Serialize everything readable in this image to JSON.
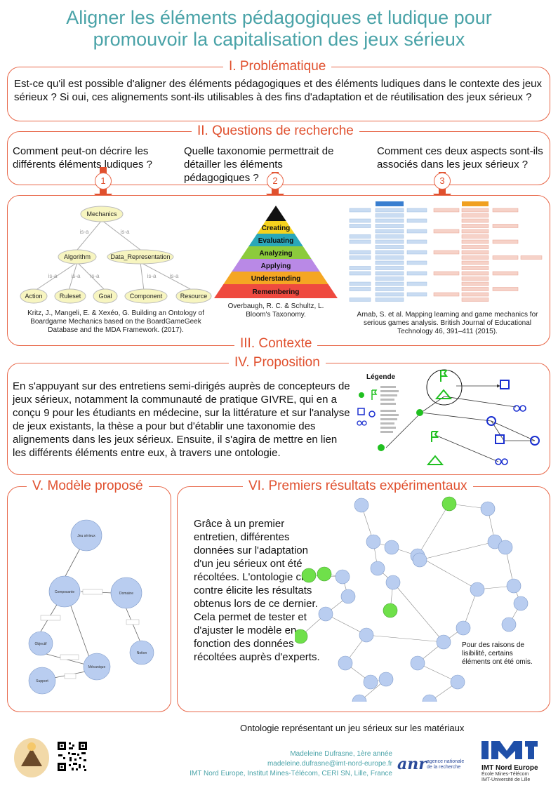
{
  "title": {
    "line1": "Aligner les éléments pédagogiques et ludique pour",
    "line2": "promouvoir la capitalisation des jeux sérieux"
  },
  "problem": {
    "heading": "I. Problématique",
    "text": "Est-ce qu'il est possible d'aligner des éléments pédagogiques et des éléments ludiques dans le contexte des jeux sérieux ? Si oui, ces alignements sont-ils utilisables à des fins d'adaptation et de réutilisation des jeux sérieux ?"
  },
  "questions": {
    "heading": "II. Questions de recherche",
    "items": [
      {
        "number": "1",
        "text": "Comment peut-on décrire les différents éléments ludiques ?"
      },
      {
        "number": "2",
        "text": "Quelle taxonomie permettrait de détailler les éléments pédagogiques ?"
      },
      {
        "number": "3",
        "text": "Comment ces deux aspects sont-ils associés dans les jeux sérieux ?"
      }
    ]
  },
  "figures": {
    "ontology": {
      "nodes": {
        "mechanics": "Mechanics",
        "algorithm": "Algorithm",
        "data_rep": "Data_Representation",
        "action": "Action",
        "ruleset": "Ruleset",
        "goal": "Goal",
        "component": "Component",
        "resource": "Resource"
      },
      "edge_label": "is-a",
      "caption": "Kritz, J., Mangeli, E. & Xexéo, G. Building an Ontology of Boardgame Mechanics based on the BoardGameGeek Database and the MDA Framework. (2017)."
    },
    "bloom": {
      "levels": [
        "Creating",
        "Evaluating",
        "Analyzing",
        "Applying",
        "Understanding",
        "Remembering"
      ],
      "colors": [
        "#f6d21e",
        "#2aa7b9",
        "#8ccb3c",
        "#b989e6",
        "#f5a623",
        "#ef4a3f"
      ],
      "caption": "Overbaugh, R. C. & Schultz, L. Bloom's Taxonomy."
    },
    "arnab": {
      "caption": "Arnab, S. et al. Mapping learning and game mechanics for serious games analysis. British Journal of Educational Technology 46, 391–411 (2015)."
    }
  },
  "context": {
    "heading": "III. Contexte"
  },
  "proposal": {
    "heading": "IV. Proposition",
    "text": "En s'appuyant sur des entretiens semi-dirigés auprès de concepteurs de jeux sérieux, notamment la communauté de pratique GIVRE, qui en a conçu 9 pour les étudiants en médecine, sur la littérature et sur l'analyse de jeux existants, la thèse a pour but d'établir une taxonomie des alignements dans les jeux sérieux. Ensuite, il s'agira de mettre en lien les différents éléments entre eux, à travers une ontologie.",
    "legend_title": "Légende"
  },
  "model": {
    "heading": "V. Modèle proposé",
    "nodes": {
      "top": "Jeu sérieux",
      "left": "Composante",
      "right": "Domaine",
      "mid": "Objectif",
      "bottom_left": "Support",
      "bottom_right": "Mécanique",
      "far_right": "Notion"
    }
  },
  "results": {
    "heading": "VI. Premiers résultats expérimentaux",
    "text": "Grâce à un premier entretien, différentes données sur l'adaptation d'un jeu sérieux ont été récoltées. L'ontologie ci-contre élicite les résultats obtenus lors de ce dernier. Cela permet de tester et d'ajuster le modèle en fonction des données récoltées auprès d'experts.",
    "note": "Pour des raisons de lisibilité, certains éléments ont été omis.",
    "caption": "Ontologie représentant un jeu sérieux sur les matériaux"
  },
  "footer": {
    "author": "Madeleine Dufrasne, 1ère année",
    "email": "madeleine.dufrasne@imt-nord-europe.fr",
    "affiliation": "IMT Nord Europe, Institut Mines-Télécom, CERI SN, Lille, France",
    "anr": "anr",
    "anr_sub1": "agence nationale",
    "anr_sub2": "de la recherche",
    "imt_name": "IMT Nord Europe",
    "imt_sub1": "École Mines-Télécom",
    "imt_sub2": "IMT-Université de Lille"
  },
  "colors": {
    "teal": "#4aa3a8",
    "orange": "#e8684a",
    "node_blue": "#b9cdf0",
    "node_green": "#6fe04a",
    "icon_green": "#20c020",
    "icon_blue": "#1a2fd0"
  }
}
